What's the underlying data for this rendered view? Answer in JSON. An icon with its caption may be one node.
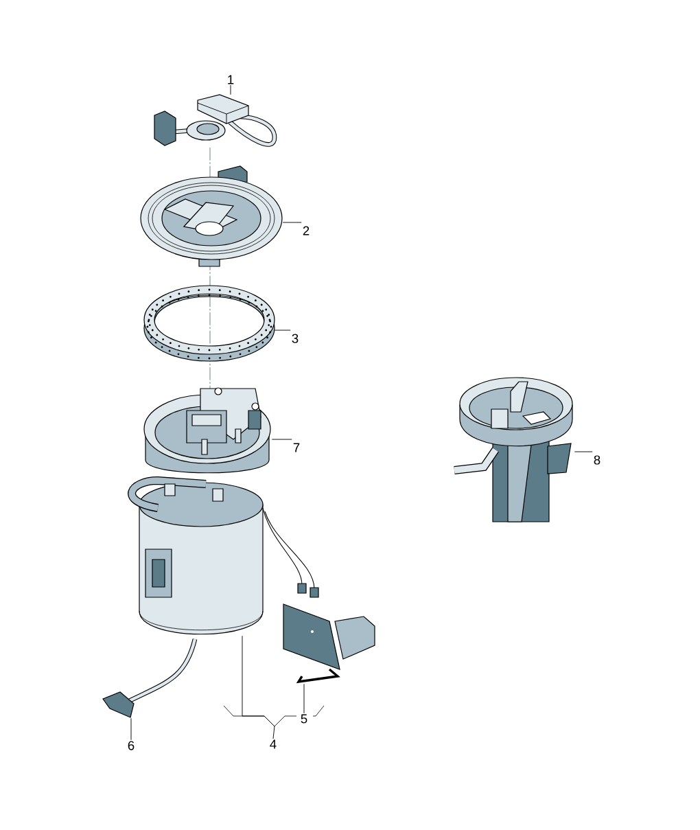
{
  "diagram": {
    "nodes": [
      {
        "text": [
          "1"
        ]
      },
      {
        "text": [],
        "shape": "picture"
      },
      {
        "text": [
          "2"
        ]
      },
      {
        "text": [],
        "shape": "picture"
      },
      {
        "text": [
          "3"
        ]
      },
      {
        "text": [],
        "shape": "picture"
      },
      {
        "text": [
          "7"
        ]
      },
      {
        "text": [],
        "shape": "picture"
      },
      {
        "text": [
          "8"
        ]
      },
      {
        "text": [],
        "shape": "picture"
      },
      {
        "text": [],
        "shape": "picture"
      },
      {
        "text": [],
        "shape": "picture"
      },
      {
        "text": [
          "5"
        ]
      },
      {
        "text": [],
        "shape": "picture"
      },
      {
        "text": [
          "6"
        ]
      },
      {
        "text": [
          "4"
        ]
      }
    ],
    "edges": [
      {
        "from": 0,
        "to": 1,
        "arrow": "none"
      },
      {
        "from": 2,
        "to": 3,
        "arrow": "none"
      },
      {
        "from": 4,
        "to": 5,
        "arrow": "none"
      },
      {
        "from": 6,
        "to": 7,
        "arrow": "none"
      },
      {
        "from": 8,
        "to": 9,
        "arrow": "none"
      },
      {
        "from": 12,
        "to": 11,
        "arrow": "none"
      },
      {
        "from": 14,
        "to": 13,
        "arrow": "none"
      },
      {
        "from": 15,
        "to": 10,
        "arrow": "none"
      }
    ]
  }
}
